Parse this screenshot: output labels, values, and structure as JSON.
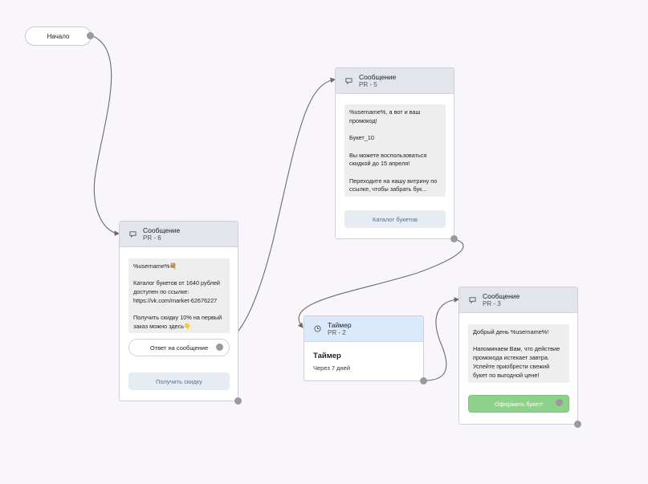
{
  "start": {
    "label": "Начало"
  },
  "cards": {
    "pr6": {
      "title": "Сообщение",
      "subtitle": "PR - 6",
      "text": "%username%💐\n\nКаталог букетов от 1640 рублей доступен по ссылке:\nhttps://vk.com/market-62676227\n\nПолучить скидку 10% на первый заказ можно здесь👇",
      "reply_button": "Ответ на сообщение",
      "button": "Получить скидку"
    },
    "pr5": {
      "title": "Сообщение",
      "subtitle": "PR - 5",
      "text": "%username%, а вот и ваш промокод!\n\nБукет_10\n\nВы можете воспользоваться скидкой до 15 апреля!\n\nПереходите на нашу витрину по ссылке, чтобы забрать бук...",
      "button": "Каталог букетов"
    },
    "pr2": {
      "title": "Таймер",
      "subtitle": "PR - 2",
      "body_title": "Таймер",
      "body_text": "Через 7 дней"
    },
    "pr3": {
      "title": "Сообщение",
      "subtitle": "PR - 3",
      "text": "Добрый день %username%!\n\nНапоминаем Вам, что действие промокода истекает завтра. Успейте приобрести свежий букет по выгодной цене!",
      "button": "Оформить букет!"
    }
  },
  "icons": {
    "message": "speech-bubble-icon",
    "timer": "clock-icon"
  },
  "colors": {
    "background": "#f8f6fb",
    "header": "#e3e5ec",
    "timer_header": "#dbeafa",
    "button": "#e7ecf3",
    "button_text": "#4f6f96",
    "green_button": "#8ed18a",
    "connector": "#6b6b6b"
  }
}
